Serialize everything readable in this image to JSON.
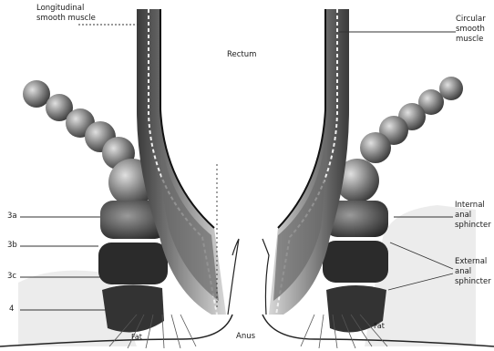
{
  "labels": {
    "longitudinal_muscle": [
      "Longitudinal",
      "smooth muscle"
    ],
    "rectum": "Rectum",
    "circular_muscle": [
      "Circular",
      "smooth",
      "muscle"
    ],
    "layer_3a": "3a",
    "layer_3b": "3b",
    "layer_3c": "3c",
    "layer_4": "4",
    "internal_sphincter": [
      "Internal",
      "anal",
      "sphincter"
    ],
    "external_sphincter": [
      "External",
      "anal",
      "sphincter"
    ],
    "fat_left": "Fat",
    "fat_right": "Fat",
    "anus": "Anus"
  },
  "colors": {
    "muscle_dark": "#222222",
    "muscle_mid": "#777777",
    "fat_fill": "#e6e6e6",
    "wall_gradient_light": "#d8d8d8"
  }
}
